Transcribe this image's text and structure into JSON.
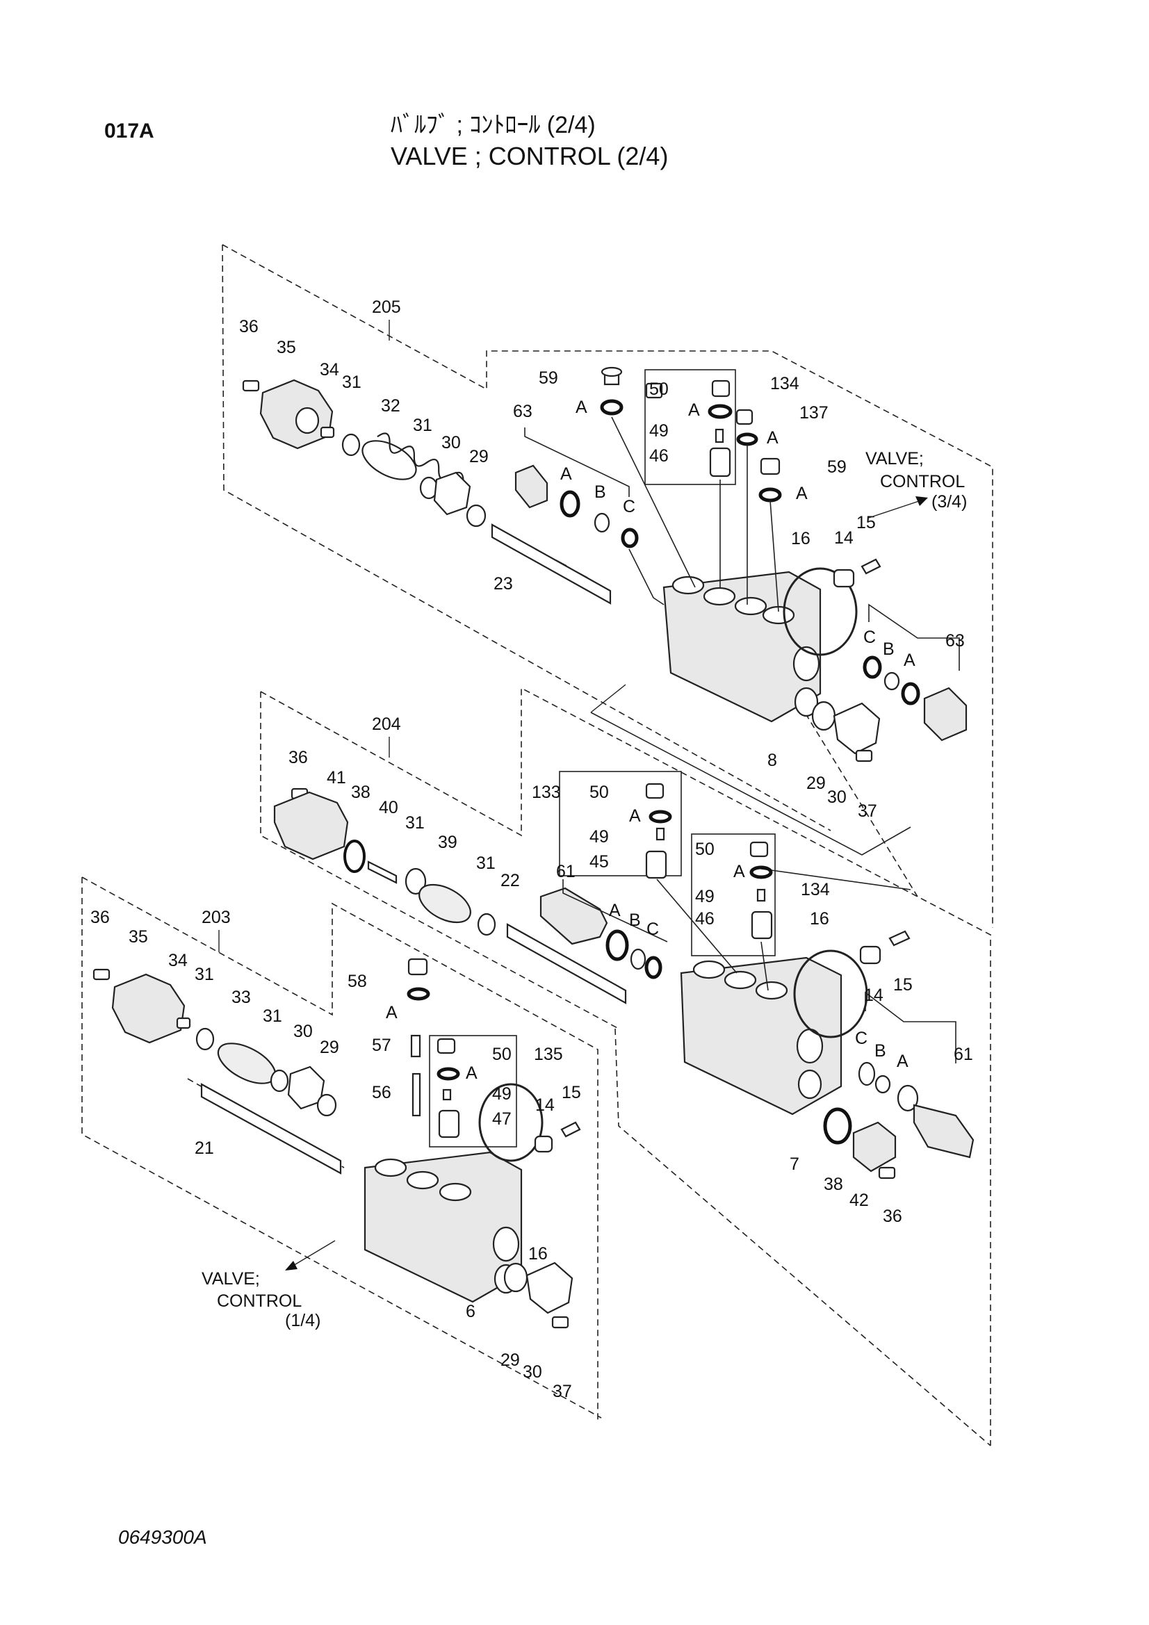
{
  "header": {
    "page_code": "017A",
    "title_jp": "ﾊﾞﾙﾌﾞ ; ｺﾝﾄﾛｰﾙ (2/4)",
    "title_en": "VALVE ; CONTROL (2/4)"
  },
  "footer": {
    "doc_number": "0649300A"
  },
  "notes": {
    "to_next_l1": "VALVE;",
    "to_next_l2": "CONTROL",
    "to_next_l3": "(3/4)",
    "to_prev_l1": "VALVE;",
    "to_prev_l2": "CONTROL",
    "to_prev_l3": "(1/4)"
  },
  "assemblies": [
    {
      "id": "205",
      "labels": [
        "36",
        "35",
        "34",
        "31",
        "32",
        "31",
        "30",
        "29",
        "63",
        "A",
        "B",
        "C",
        "23",
        "59",
        "A",
        "50",
        "A",
        "49",
        "46",
        "134",
        "137",
        "A",
        "59",
        "A",
        "16",
        "14",
        "15",
        "C",
        "B",
        "A",
        "63",
        "8",
        "29",
        "30",
        "37"
      ]
    },
    {
      "id": "204",
      "labels": [
        "36",
        "41",
        "38",
        "40",
        "31",
        "39",
        "31",
        "22",
        "61",
        "A",
        "B",
        "C",
        "133",
        "50",
        "A",
        "49",
        "45",
        "50",
        "A",
        "49",
        "46",
        "134",
        "16",
        "14",
        "15",
        "C",
        "B",
        "A",
        "61",
        "7",
        "38",
        "42",
        "36"
      ]
    },
    {
      "id": "203",
      "labels": [
        "36",
        "35",
        "34",
        "31",
        "33",
        "31",
        "30",
        "29",
        "21",
        "58",
        "A",
        "57",
        "56",
        "50",
        "A",
        "135",
        "49",
        "47",
        "14",
        "15",
        "16",
        "6",
        "29",
        "30",
        "37"
      ]
    }
  ]
}
